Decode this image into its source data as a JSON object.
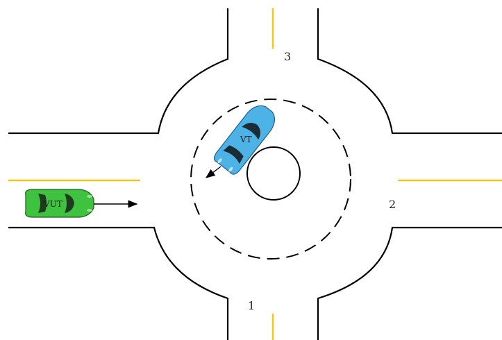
{
  "exits": {
    "south": "1",
    "east": "2",
    "north": "3"
  },
  "vehicles": {
    "vut": {
      "label": "VUT",
      "body_color": "#3fc23f",
      "dark_color": "#1f7a1f"
    },
    "vt": {
      "label": "VT",
      "body_color": "#4db2e6",
      "dark_color": "#1d6f9c"
    }
  },
  "lane_marking_color": "#f5c518"
}
